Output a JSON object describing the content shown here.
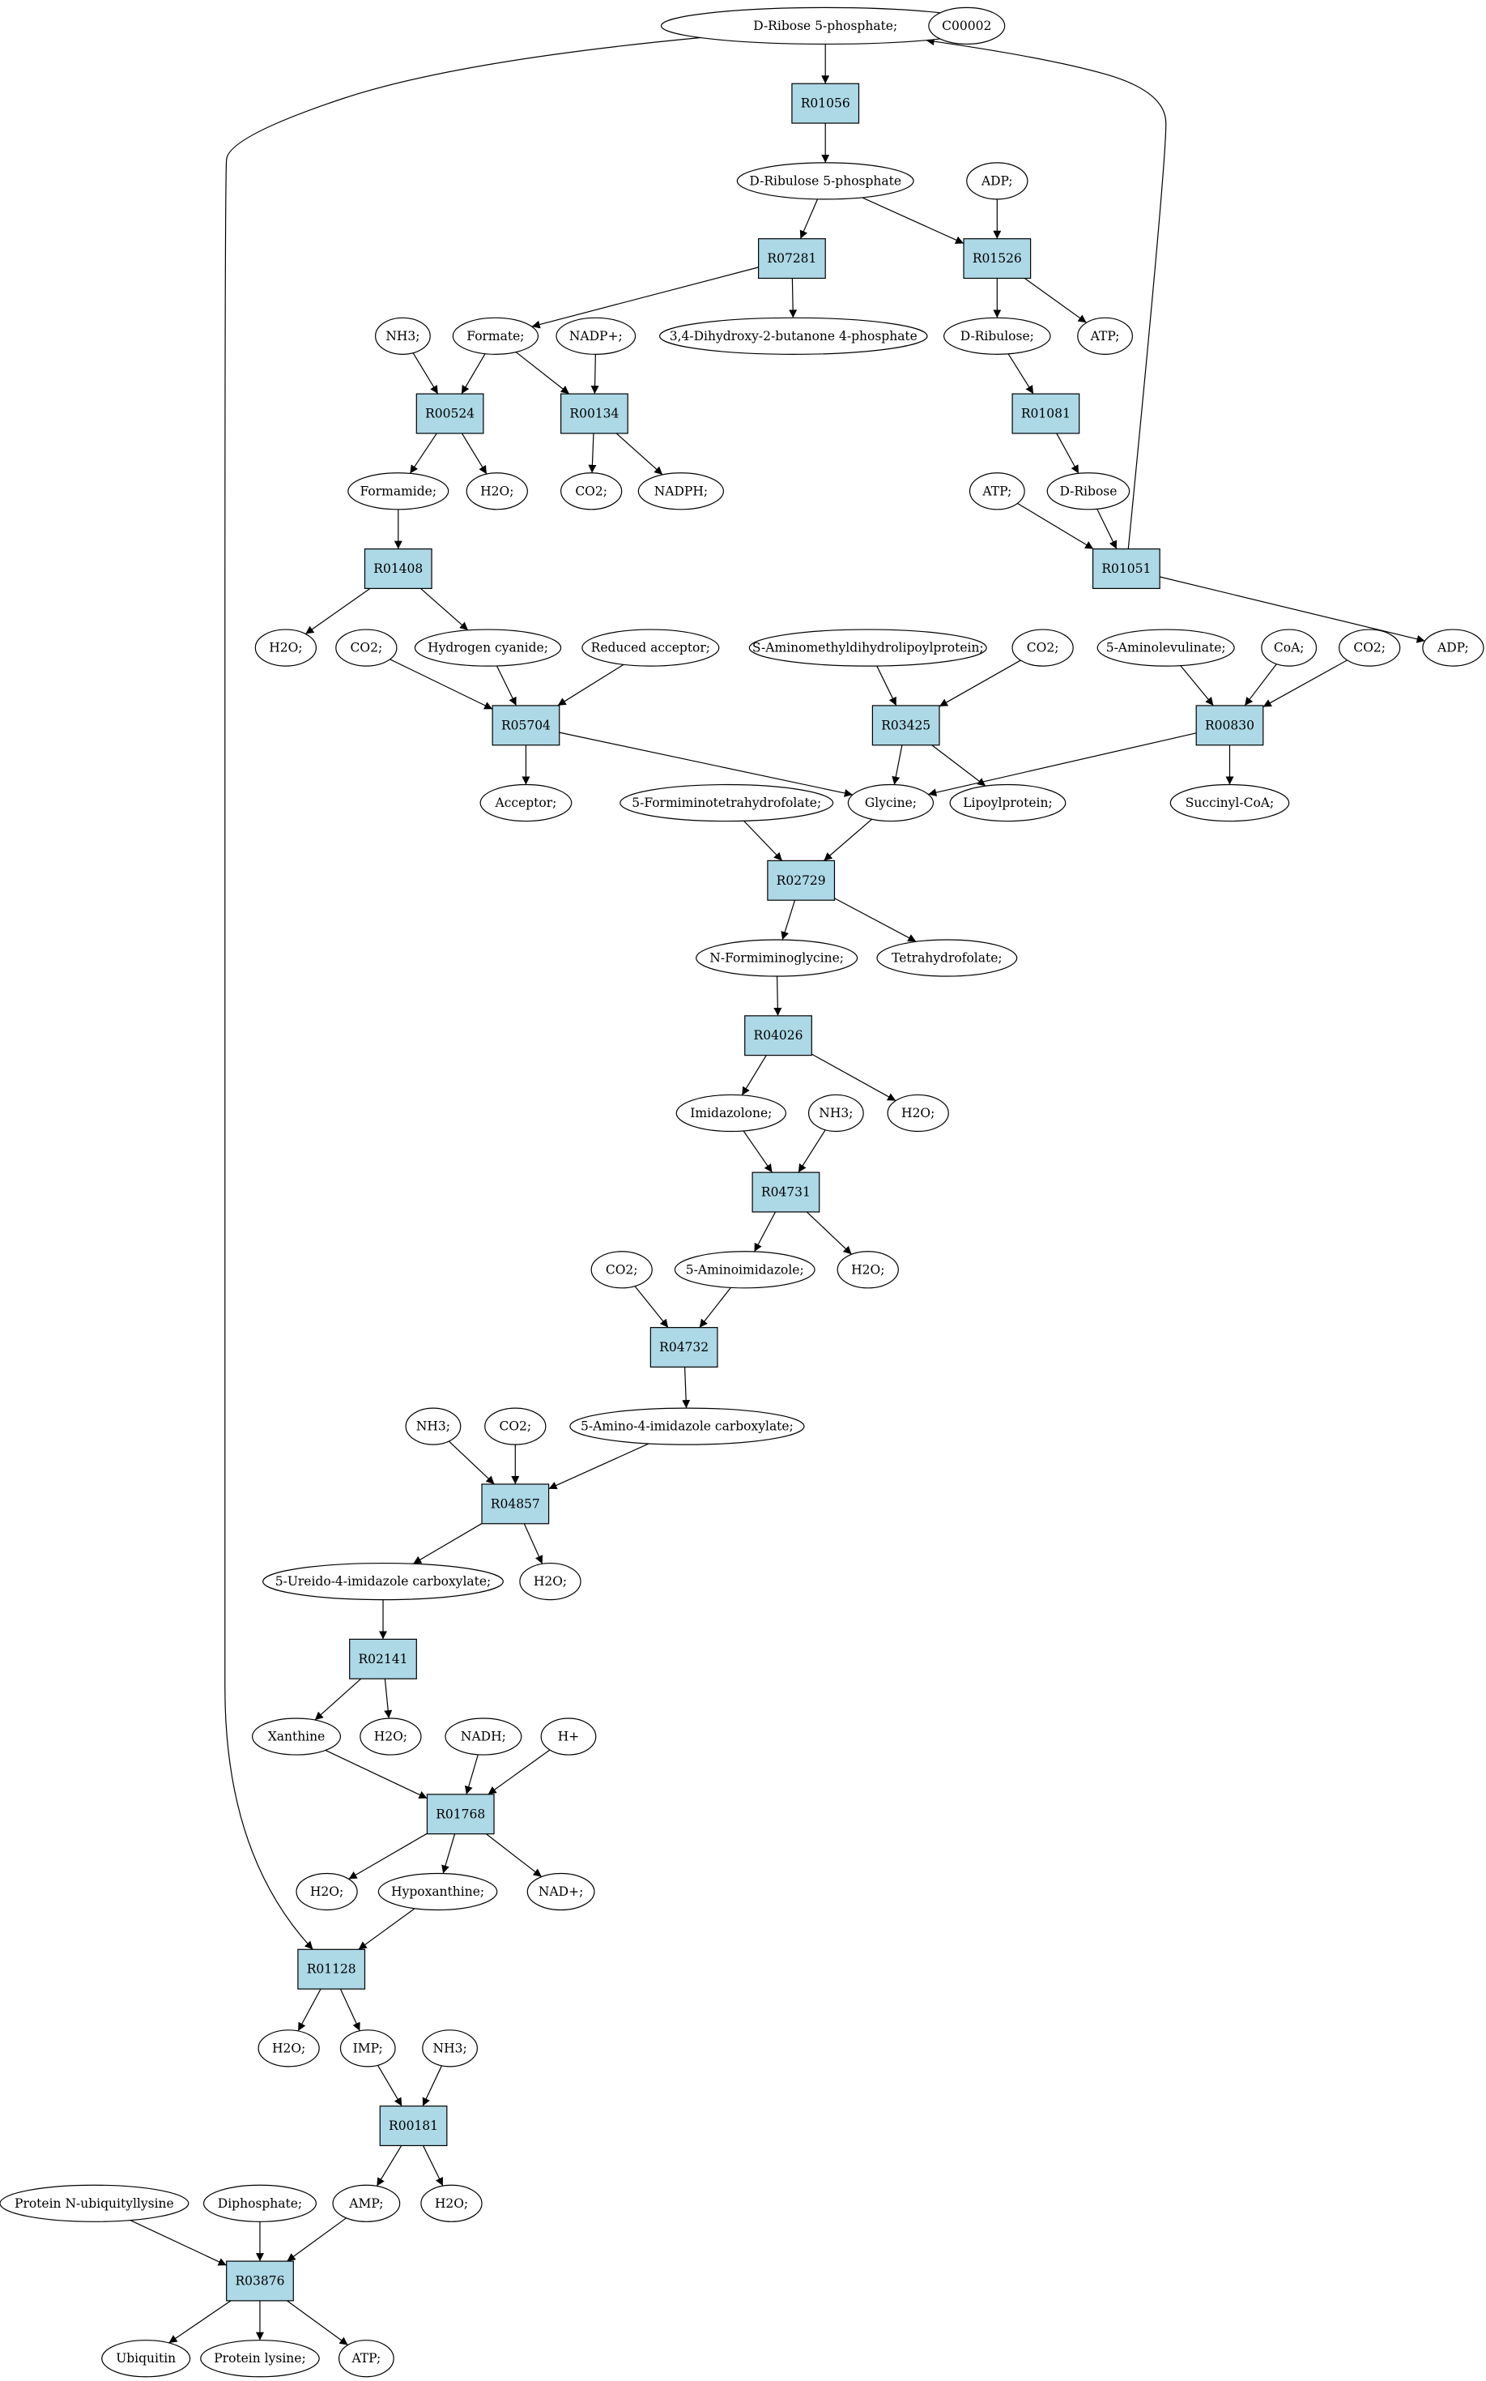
{
  "colors": {
    "reaction_fill": "#add8e6",
    "highlight_fill": "#00ee00",
    "legend_fill": "#ffff00",
    "compound_fill": "#ffffff",
    "stroke": "#000000"
  },
  "nodes": [
    {
      "id": "ribose5p",
      "label": "D-Ribose 5-phosphate;",
      "type": "compound",
      "style": "highlight"
    },
    {
      "id": "c00002",
      "label": "C00002",
      "type": "compound",
      "style": "legend"
    },
    {
      "id": "r01056",
      "label": "R01056",
      "type": "reaction"
    },
    {
      "id": "ribulose5p",
      "label": "D-Ribulose 5-phosphate",
      "type": "compound"
    },
    {
      "id": "adp1",
      "label": "ADP;",
      "type": "compound"
    },
    {
      "id": "r07281",
      "label": "R07281",
      "type": "reaction"
    },
    {
      "id": "r01526",
      "label": "R01526",
      "type": "reaction"
    },
    {
      "id": "nh3a",
      "label": "NH3;",
      "type": "compound"
    },
    {
      "id": "formate",
      "label": "Formate;",
      "type": "compound"
    },
    {
      "id": "nadpp",
      "label": "NADP+;",
      "type": "compound"
    },
    {
      "id": "dhbp",
      "label": "3,4-Dihydroxy-2-butanone 4-phosphate",
      "type": "compound"
    },
    {
      "id": "ribulose",
      "label": "D-Ribulose;",
      "type": "compound"
    },
    {
      "id": "atp1",
      "label": "ATP;",
      "type": "compound"
    },
    {
      "id": "r00524",
      "label": "R00524",
      "type": "reaction"
    },
    {
      "id": "r00134",
      "label": "R00134",
      "type": "reaction"
    },
    {
      "id": "r01081",
      "label": "R01081",
      "type": "reaction"
    },
    {
      "id": "formamide",
      "label": "Formamide;",
      "type": "compound"
    },
    {
      "id": "h2o_a",
      "label": "H2O;",
      "type": "compound"
    },
    {
      "id": "co2_a",
      "label": "CO2;",
      "type": "compound"
    },
    {
      "id": "nadph",
      "label": "NADPH;",
      "type": "compound"
    },
    {
      "id": "atp2",
      "label": "ATP;",
      "type": "compound"
    },
    {
      "id": "dribose",
      "label": "D-Ribose",
      "type": "compound"
    },
    {
      "id": "r01408",
      "label": "R01408",
      "type": "reaction"
    },
    {
      "id": "r01051",
      "label": "R01051",
      "type": "reaction"
    },
    {
      "id": "h2o_b",
      "label": "H2O;",
      "type": "compound"
    },
    {
      "id": "co2_b",
      "label": "CO2;",
      "type": "compound"
    },
    {
      "id": "hcn",
      "label": "Hydrogen cyanide;",
      "type": "compound"
    },
    {
      "id": "redacc",
      "label": "Reduced acceptor;",
      "type": "compound"
    },
    {
      "id": "samdlp",
      "label": "S-Aminomethyldihydrolipoylprotein;",
      "type": "compound"
    },
    {
      "id": "co2_c",
      "label": "CO2;",
      "type": "compound"
    },
    {
      "id": "ala",
      "label": "5-Aminolevulinate;",
      "type": "compound"
    },
    {
      "id": "coa",
      "label": "CoA;",
      "type": "compound"
    },
    {
      "id": "co2_d",
      "label": "CO2;",
      "type": "compound"
    },
    {
      "id": "adp2",
      "label": "ADP;",
      "type": "compound"
    },
    {
      "id": "r05704",
      "label": "R05704",
      "type": "reaction"
    },
    {
      "id": "r03425",
      "label": "R03425",
      "type": "reaction"
    },
    {
      "id": "r00830",
      "label": "R00830",
      "type": "reaction"
    },
    {
      "id": "acceptor",
      "label": "Acceptor;",
      "type": "compound"
    },
    {
      "id": "fthf",
      "label": "5-Formiminotetrahydrofolate;",
      "type": "compound"
    },
    {
      "id": "glycine",
      "label": "Glycine;",
      "type": "compound"
    },
    {
      "id": "lipoprot",
      "label": "Lipoylprotein;",
      "type": "compound"
    },
    {
      "id": "succoa",
      "label": "Succinyl-CoA;",
      "type": "compound"
    },
    {
      "id": "r02729",
      "label": "R02729",
      "type": "reaction"
    },
    {
      "id": "nfg",
      "label": "N-Formiminoglycine;",
      "type": "compound"
    },
    {
      "id": "thf",
      "label": "Tetrahydrofolate;",
      "type": "compound"
    },
    {
      "id": "r04026",
      "label": "R04026",
      "type": "reaction"
    },
    {
      "id": "imidazolone",
      "label": "Imidazolone;",
      "type": "compound"
    },
    {
      "id": "nh3b",
      "label": "NH3;",
      "type": "compound"
    },
    {
      "id": "h2o_c",
      "label": "H2O;",
      "type": "compound"
    },
    {
      "id": "r04731",
      "label": "R04731",
      "type": "reaction"
    },
    {
      "id": "co2_e",
      "label": "CO2;",
      "type": "compound"
    },
    {
      "id": "aminoimid",
      "label": "5-Aminoimidazole;",
      "type": "compound"
    },
    {
      "id": "h2o_d",
      "label": "H2O;",
      "type": "compound"
    },
    {
      "id": "r04732",
      "label": "R04732",
      "type": "reaction"
    },
    {
      "id": "nh3c",
      "label": "NH3;",
      "type": "compound"
    },
    {
      "id": "co2_f",
      "label": "CO2;",
      "type": "compound"
    },
    {
      "id": "aic",
      "label": "5-Amino-4-imidazole carboxylate;",
      "type": "compound"
    },
    {
      "id": "r04857",
      "label": "R04857",
      "type": "reaction"
    },
    {
      "id": "uic",
      "label": "5-Ureido-4-imidazole carboxylate;",
      "type": "compound"
    },
    {
      "id": "h2o_e",
      "label": "H2O;",
      "type": "compound"
    },
    {
      "id": "r02141",
      "label": "R02141",
      "type": "reaction"
    },
    {
      "id": "xanthine",
      "label": "Xanthine",
      "type": "compound"
    },
    {
      "id": "h2o_f",
      "label": "H2O;",
      "type": "compound"
    },
    {
      "id": "nadh",
      "label": "NADH;",
      "type": "compound"
    },
    {
      "id": "hplus",
      "label": "H+",
      "type": "compound"
    },
    {
      "id": "r01768",
      "label": "R01768",
      "type": "reaction"
    },
    {
      "id": "h2o_g",
      "label": "H2O;",
      "type": "compound"
    },
    {
      "id": "hypox",
      "label": "Hypoxanthine;",
      "type": "compound"
    },
    {
      "id": "nadp",
      "label": "NAD+;",
      "type": "compound"
    },
    {
      "id": "r01128",
      "label": "R01128",
      "type": "reaction"
    },
    {
      "id": "h2o_h",
      "label": "H2O;",
      "type": "compound"
    },
    {
      "id": "imp",
      "label": "IMP;",
      "type": "compound"
    },
    {
      "id": "nh3d",
      "label": "NH3;",
      "type": "compound"
    },
    {
      "id": "r00181",
      "label": "R00181",
      "type": "reaction"
    },
    {
      "id": "pnul",
      "label": "Protein N-ubiquityllysine",
      "type": "compound"
    },
    {
      "id": "diphos",
      "label": "Diphosphate;",
      "type": "compound"
    },
    {
      "id": "amp",
      "label": "AMP;",
      "type": "compound"
    },
    {
      "id": "h2o_i",
      "label": "H2O;",
      "type": "compound"
    },
    {
      "id": "r03876",
      "label": "R03876",
      "type": "reaction"
    },
    {
      "id": "ubiquitin",
      "label": "Ubiquitin",
      "type": "compound"
    },
    {
      "id": "protlys",
      "label": "Protein lysine;",
      "type": "compound"
    },
    {
      "id": "atp3",
      "label": "ATP;",
      "type": "compound"
    }
  ],
  "edges": [
    [
      "ribose5p",
      "r01056"
    ],
    [
      "r01056",
      "ribulose5p"
    ],
    [
      "ribulose5p",
      "r07281"
    ],
    [
      "ribulose5p",
      "r01526"
    ],
    [
      "adp1",
      "r01526"
    ],
    [
      "r07281",
      "formate"
    ],
    [
      "r07281",
      "dhbp"
    ],
    [
      "r01526",
      "ribulose"
    ],
    [
      "r01526",
      "atp1"
    ],
    [
      "nh3a",
      "r00524"
    ],
    [
      "formate",
      "r00524"
    ],
    [
      "formate",
      "r00134"
    ],
    [
      "nadpp",
      "r00134"
    ],
    [
      "ribulose",
      "r01081"
    ],
    [
      "r00524",
      "formamide"
    ],
    [
      "r00524",
      "h2o_a"
    ],
    [
      "r00134",
      "co2_a"
    ],
    [
      "r00134",
      "nadph"
    ],
    [
      "r01081",
      "dribose"
    ],
    [
      "formamide",
      "r01408"
    ],
    [
      "atp2",
      "r01051"
    ],
    [
      "dribose",
      "r01051"
    ],
    [
      "r01051",
      "ribose5p"
    ],
    [
      "r01051",
      "adp2"
    ],
    [
      "r01408",
      "h2o_b"
    ],
    [
      "r01408",
      "hcn"
    ],
    [
      "co2_b",
      "r05704"
    ],
    [
      "hcn",
      "r05704"
    ],
    [
      "redacc",
      "r05704"
    ],
    [
      "samdlp",
      "r03425"
    ],
    [
      "co2_c",
      "r03425"
    ],
    [
      "ala",
      "r00830"
    ],
    [
      "coa",
      "r00830"
    ],
    [
      "co2_d",
      "r00830"
    ],
    [
      "r05704",
      "acceptor"
    ],
    [
      "r05704",
      "glycine"
    ],
    [
      "r03425",
      "glycine"
    ],
    [
      "r03425",
      "lipoprot"
    ],
    [
      "r00830",
      "glycine"
    ],
    [
      "r00830",
      "succoa"
    ],
    [
      "fthf",
      "r02729"
    ],
    [
      "glycine",
      "r02729"
    ],
    [
      "r02729",
      "nfg"
    ],
    [
      "r02729",
      "thf"
    ],
    [
      "nfg",
      "r04026"
    ],
    [
      "r04026",
      "imidazolone"
    ],
    [
      "r04026",
      "h2o_c"
    ],
    [
      "imidazolone",
      "r04731"
    ],
    [
      "nh3b",
      "r04731"
    ],
    [
      "r04731",
      "aminoimid"
    ],
    [
      "r04731",
      "h2o_d"
    ],
    [
      "co2_e",
      "r04732"
    ],
    [
      "aminoimid",
      "r04732"
    ],
    [
      "r04732",
      "aic"
    ],
    [
      "nh3c",
      "r04857"
    ],
    [
      "co2_f",
      "r04857"
    ],
    [
      "aic",
      "r04857"
    ],
    [
      "r04857",
      "uic"
    ],
    [
      "r04857",
      "h2o_e"
    ],
    [
      "uic",
      "r02141"
    ],
    [
      "r02141",
      "xanthine"
    ],
    [
      "r02141",
      "h2o_f"
    ],
    [
      "xanthine",
      "r01768"
    ],
    [
      "nadh",
      "r01768"
    ],
    [
      "hplus",
      "r01768"
    ],
    [
      "r01768",
      "h2o_g"
    ],
    [
      "r01768",
      "hypox"
    ],
    [
      "r01768",
      "nadp"
    ],
    [
      "hypox",
      "r01128"
    ],
    [
      "ribose5p",
      "r01128"
    ],
    [
      "r01128",
      "h2o_h"
    ],
    [
      "r01128",
      "imp"
    ],
    [
      "imp",
      "r00181"
    ],
    [
      "nh3d",
      "r00181"
    ],
    [
      "r00181",
      "amp"
    ],
    [
      "r00181",
      "h2o_i"
    ],
    [
      "pnul",
      "r03876"
    ],
    [
      "diphos",
      "r03876"
    ],
    [
      "amp",
      "r03876"
    ],
    [
      "r03876",
      "ubiquitin"
    ],
    [
      "r03876",
      "protlys"
    ],
    [
      "r03876",
      "atp3"
    ]
  ]
}
